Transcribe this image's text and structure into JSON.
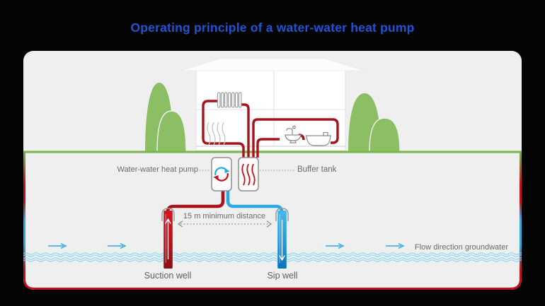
{
  "title": "Operating principle of a water-water heat pump",
  "diagram": {
    "labels": {
      "heat_pump": "Water-water heat pump",
      "buffer_tank": "Buffer tank",
      "min_distance": "15 m minimum distance",
      "suction_well": "Suction well",
      "sip_well": "Sip well",
      "flow_direction": "Flow direction groundwater"
    },
    "icons": {
      "heat_pump_unit": "refrigerant-cycle-arrows-icon",
      "buffer_tank_unit": "heat-waves-icon",
      "radiator": "radiator-icon",
      "underfloor_heating": "heat-waves-icon",
      "tap": "faucet-icon",
      "bath": "bathtub-icon",
      "suction_well_flow": "arrow-up-icon",
      "sip_well_flow": "arrow-down-icon",
      "groundwater_flow": "arrow-right-icon",
      "distance_marker": "double-headed-dashed-arrow-icon"
    },
    "colors": {
      "title_blue": "#2153d4",
      "warm_red": "#b5121b",
      "cold_blue": "#29abe2",
      "ground_green": "#79b548",
      "tree_green": "#8cbf63",
      "water_blue": "#86d7f2",
      "label_gray": "#6b6b6b",
      "panel_bg": "#efeff0",
      "background": "#000000"
    }
  }
}
